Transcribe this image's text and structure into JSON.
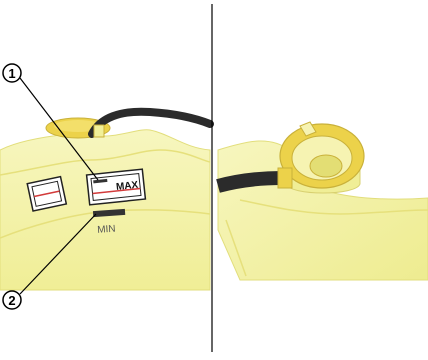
{
  "callouts": {
    "one": "1",
    "two": "2"
  },
  "labels": {
    "max": "MAX",
    "min": "MIN"
  },
  "colors": {
    "reservoir": "#f2f099",
    "reservoir_light": "#f8f7c2",
    "reservoir_dark": "#e3de74",
    "cap_ring": "#ecd24a",
    "hose": "#2b2b2b",
    "label_line": "#d23a3a"
  }
}
